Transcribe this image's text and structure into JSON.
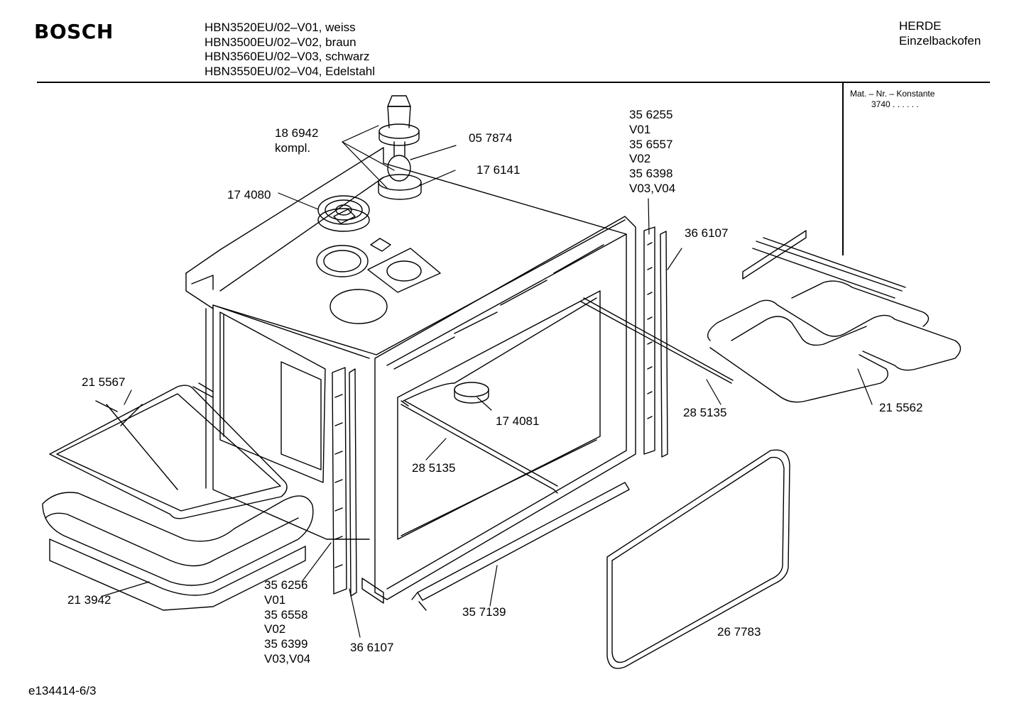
{
  "brand": "BOSCH",
  "models": [
    "HBN3520EU/02–V01, weiss",
    "HBN3500EU/02–V02, braun",
    "HBN3560EU/02–V03, schwarz",
    "HBN3550EU/02–V04, Edelstahl"
  ],
  "category": {
    "line1": "HERDE",
    "line2": "Einzelbackofen"
  },
  "mat_nr": {
    "label": "Mat. – Nr. – Konstante",
    "value": "3740 . . . . . ."
  },
  "parts": {
    "p186942": [
      "18 6942",
      "kompl."
    ],
    "p057874": "05 7874",
    "p176141": "17 6141",
    "p174080": "17 4080",
    "p356255": [
      "35 6255",
      "V01",
      "35 6557",
      "V02",
      "35 6398",
      "V03,V04"
    ],
    "p366107_top": "36 6107",
    "p215567": "21 5567",
    "p174081": "17 4081",
    "p285135_right": "28 5135",
    "p215562": "21 5562",
    "p285135_left": "28 5135",
    "p213942": "21 3942",
    "p356256": [
      "35 6256",
      "V01",
      "35 6558",
      "V02",
      "35 6399",
      "V03,V04"
    ],
    "p366107_bottom": "36 6107",
    "p357139": "35 7139",
    "p267783": "26 7783"
  },
  "drawing_code": "e134414-6/3"
}
